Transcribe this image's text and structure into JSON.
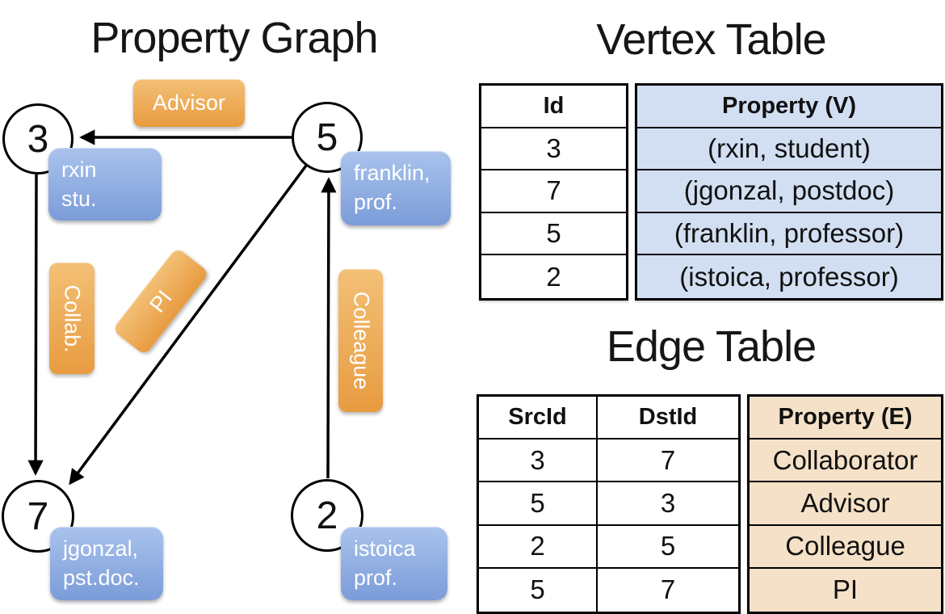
{
  "graph": {
    "title": "Property Graph",
    "nodes": [
      {
        "id": "3",
        "label_line1": "rxin",
        "label_line2": "stu."
      },
      {
        "id": "5",
        "label_line1": "franklin,",
        "label_line2": "prof."
      },
      {
        "id": "7",
        "label_line1": "jgonzal,",
        "label_line2": "pst.doc."
      },
      {
        "id": "2",
        "label_line1": "istoica",
        "label_line2": "prof."
      }
    ],
    "edge_labels": {
      "advisor": "Advisor",
      "collab": "Collab.",
      "pi": "PI",
      "colleague": "Colleague"
    }
  },
  "vertex_table": {
    "title": "Vertex Table",
    "headers": {
      "id": "Id",
      "property": "Property (V)"
    },
    "rows": [
      {
        "id": "3",
        "property": "(rxin, student)"
      },
      {
        "id": "7",
        "property": "(jgonzal, postdoc)"
      },
      {
        "id": "5",
        "property": "(franklin, professor)"
      },
      {
        "id": "2",
        "property": "(istoica, professor)"
      }
    ]
  },
  "edge_table": {
    "title": "Edge Table",
    "headers": {
      "src": "SrcId",
      "dst": "DstId",
      "property": "Property (E)"
    },
    "rows": [
      {
        "src": "3",
        "dst": "7",
        "property": "Collaborator"
      },
      {
        "src": "5",
        "dst": "3",
        "property": "Advisor"
      },
      {
        "src": "2",
        "dst": "5",
        "property": "Colleague"
      },
      {
        "src": "5",
        "dst": "7",
        "property": "PI"
      }
    ]
  },
  "colors": {
    "edge_label_accent": "#eda75c",
    "vertex_label_accent": "#8fafe0",
    "vertex_property_bg": "#d2dff2",
    "edge_property_bg": "#f5e1c7",
    "line": "#000000"
  }
}
